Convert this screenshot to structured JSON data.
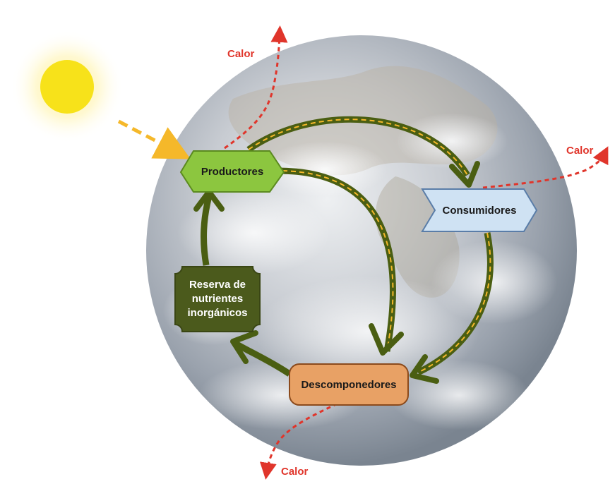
{
  "nodes": {
    "productores": "Productores",
    "consumidores": "Consumidores",
    "descomponedores": "Descomponedores",
    "reserva": [
      "Reserva de",
      "nutrientes",
      "inorgánicos"
    ]
  },
  "heat_labels": {
    "top": "Calor",
    "right": "Calor",
    "bottom": "Calor"
  },
  "colors": {
    "sun": "#f7e21a",
    "energy_flow": "#f5b82a",
    "nutrient_flow": "#4a5e12",
    "heat": "#e0352b",
    "productores_fill": "#8cc63f",
    "consumidores_fill": "#cfe2f3",
    "descomponedores_fill": "#e8a165",
    "reserva_fill": "#4b5a1c"
  },
  "icons": {
    "sun": "sun-icon",
    "earth": "earth-globe"
  }
}
